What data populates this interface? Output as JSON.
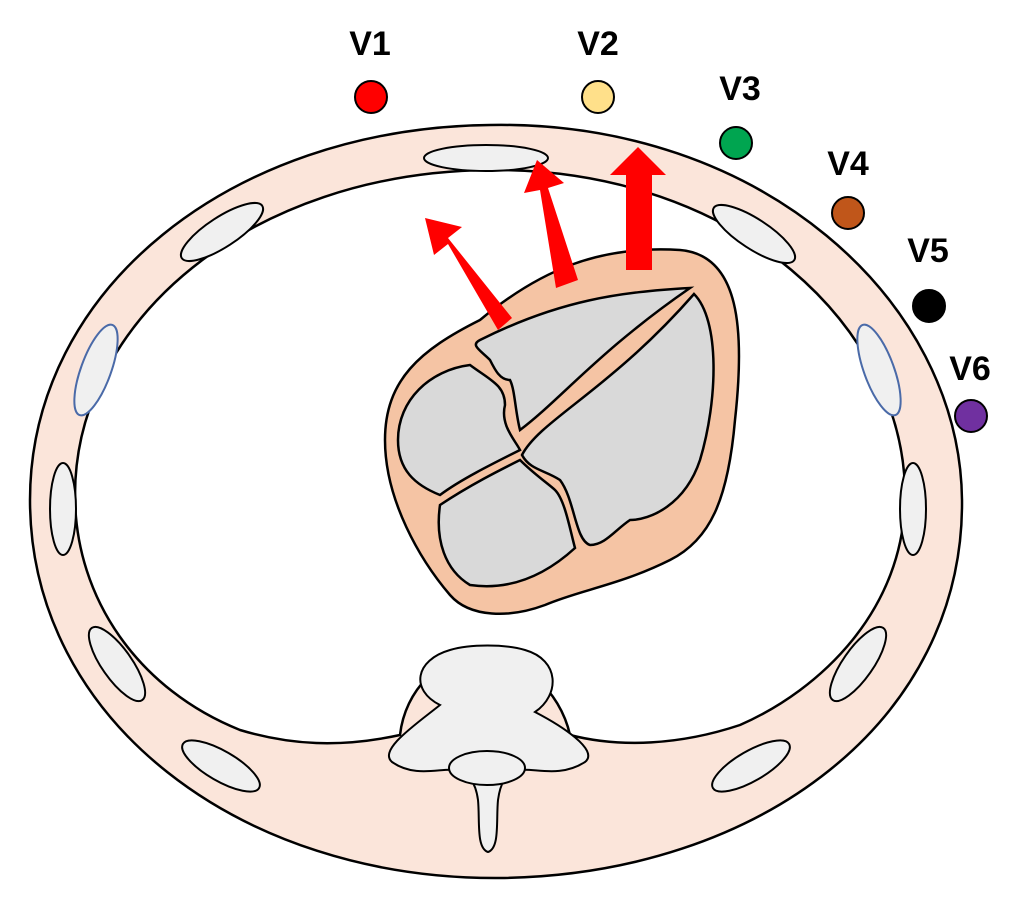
{
  "leads": [
    {
      "label": "V1",
      "color": "#ff0000"
    },
    {
      "label": "V2",
      "color": "#ffe08a"
    },
    {
      "label": "V3",
      "color": "#00a550"
    },
    {
      "label": "V4",
      "color": "#c0561a"
    },
    {
      "label": "V5",
      "color": "#000000"
    },
    {
      "label": "V6",
      "color": "#7030a0"
    }
  ],
  "colors": {
    "chest_wall": "#fbe5da",
    "myocardium": "#f5c4a4",
    "chambers": "#d9d9d9",
    "bone": "#f0f0f0",
    "arrow": "#ff0000"
  },
  "arrows_count_label": ""
}
